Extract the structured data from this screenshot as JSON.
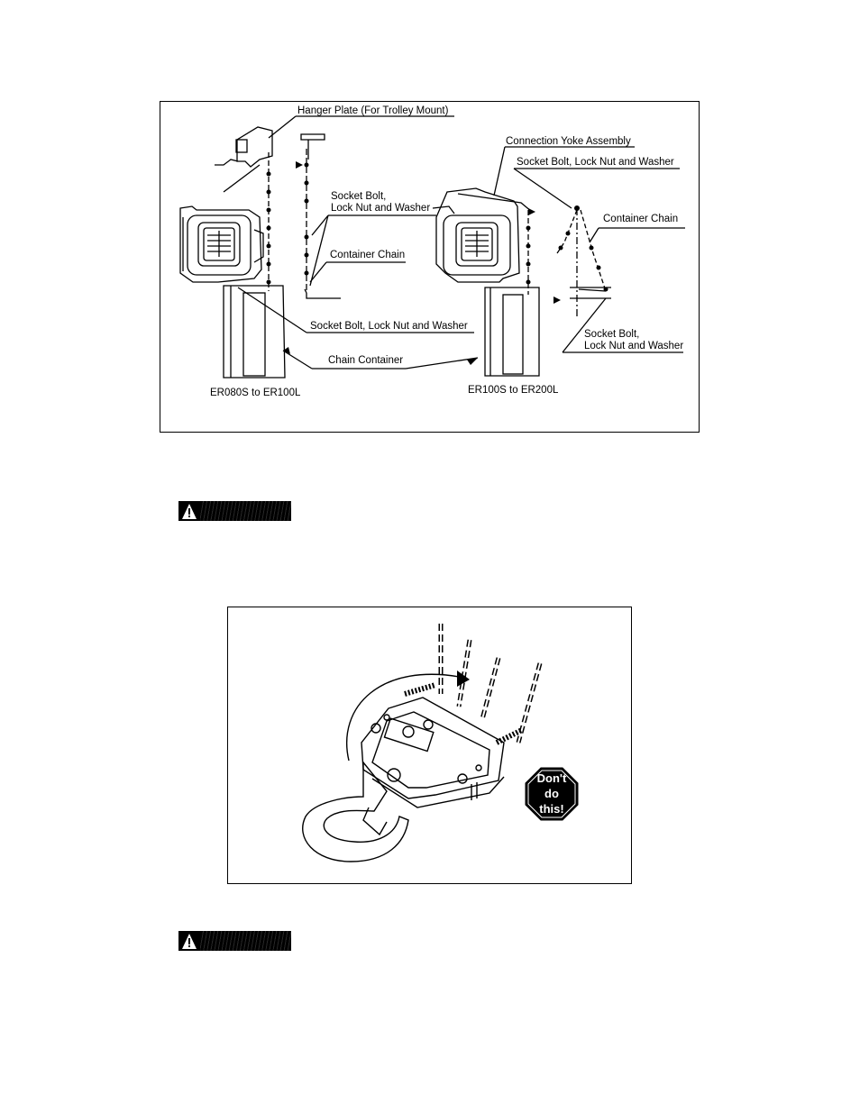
{
  "figure1": {
    "labels": {
      "hanger_plate": "Hanger Plate (For Trolley Mount)",
      "connection_yoke": "Connection Yoke Assembly",
      "socket_bolt_right_top": "Socket Bolt, Lock Nut and Washer",
      "socket_bolt_left_line1": "Socket Bolt,",
      "socket_bolt_left_line2": "Lock Nut and Washer",
      "container_chain_left": "Container Chain",
      "container_chain_right": "Container Chain",
      "socket_bolt_bottom": "Socket Bolt, Lock Nut and Washer",
      "socket_bolt_right_line1": "Socket Bolt,",
      "socket_bolt_right_line2": "Lock Nut and Washer",
      "chain_container": "Chain Container",
      "model_left": "ER080S to ER100L",
      "model_right": "ER100S to ER200L"
    }
  },
  "figure2": {
    "stop_sign": {
      "line1": "Don't",
      "line2": "do",
      "line3": "this!"
    }
  },
  "icons": {
    "warning": "warning-triangle-icon"
  }
}
